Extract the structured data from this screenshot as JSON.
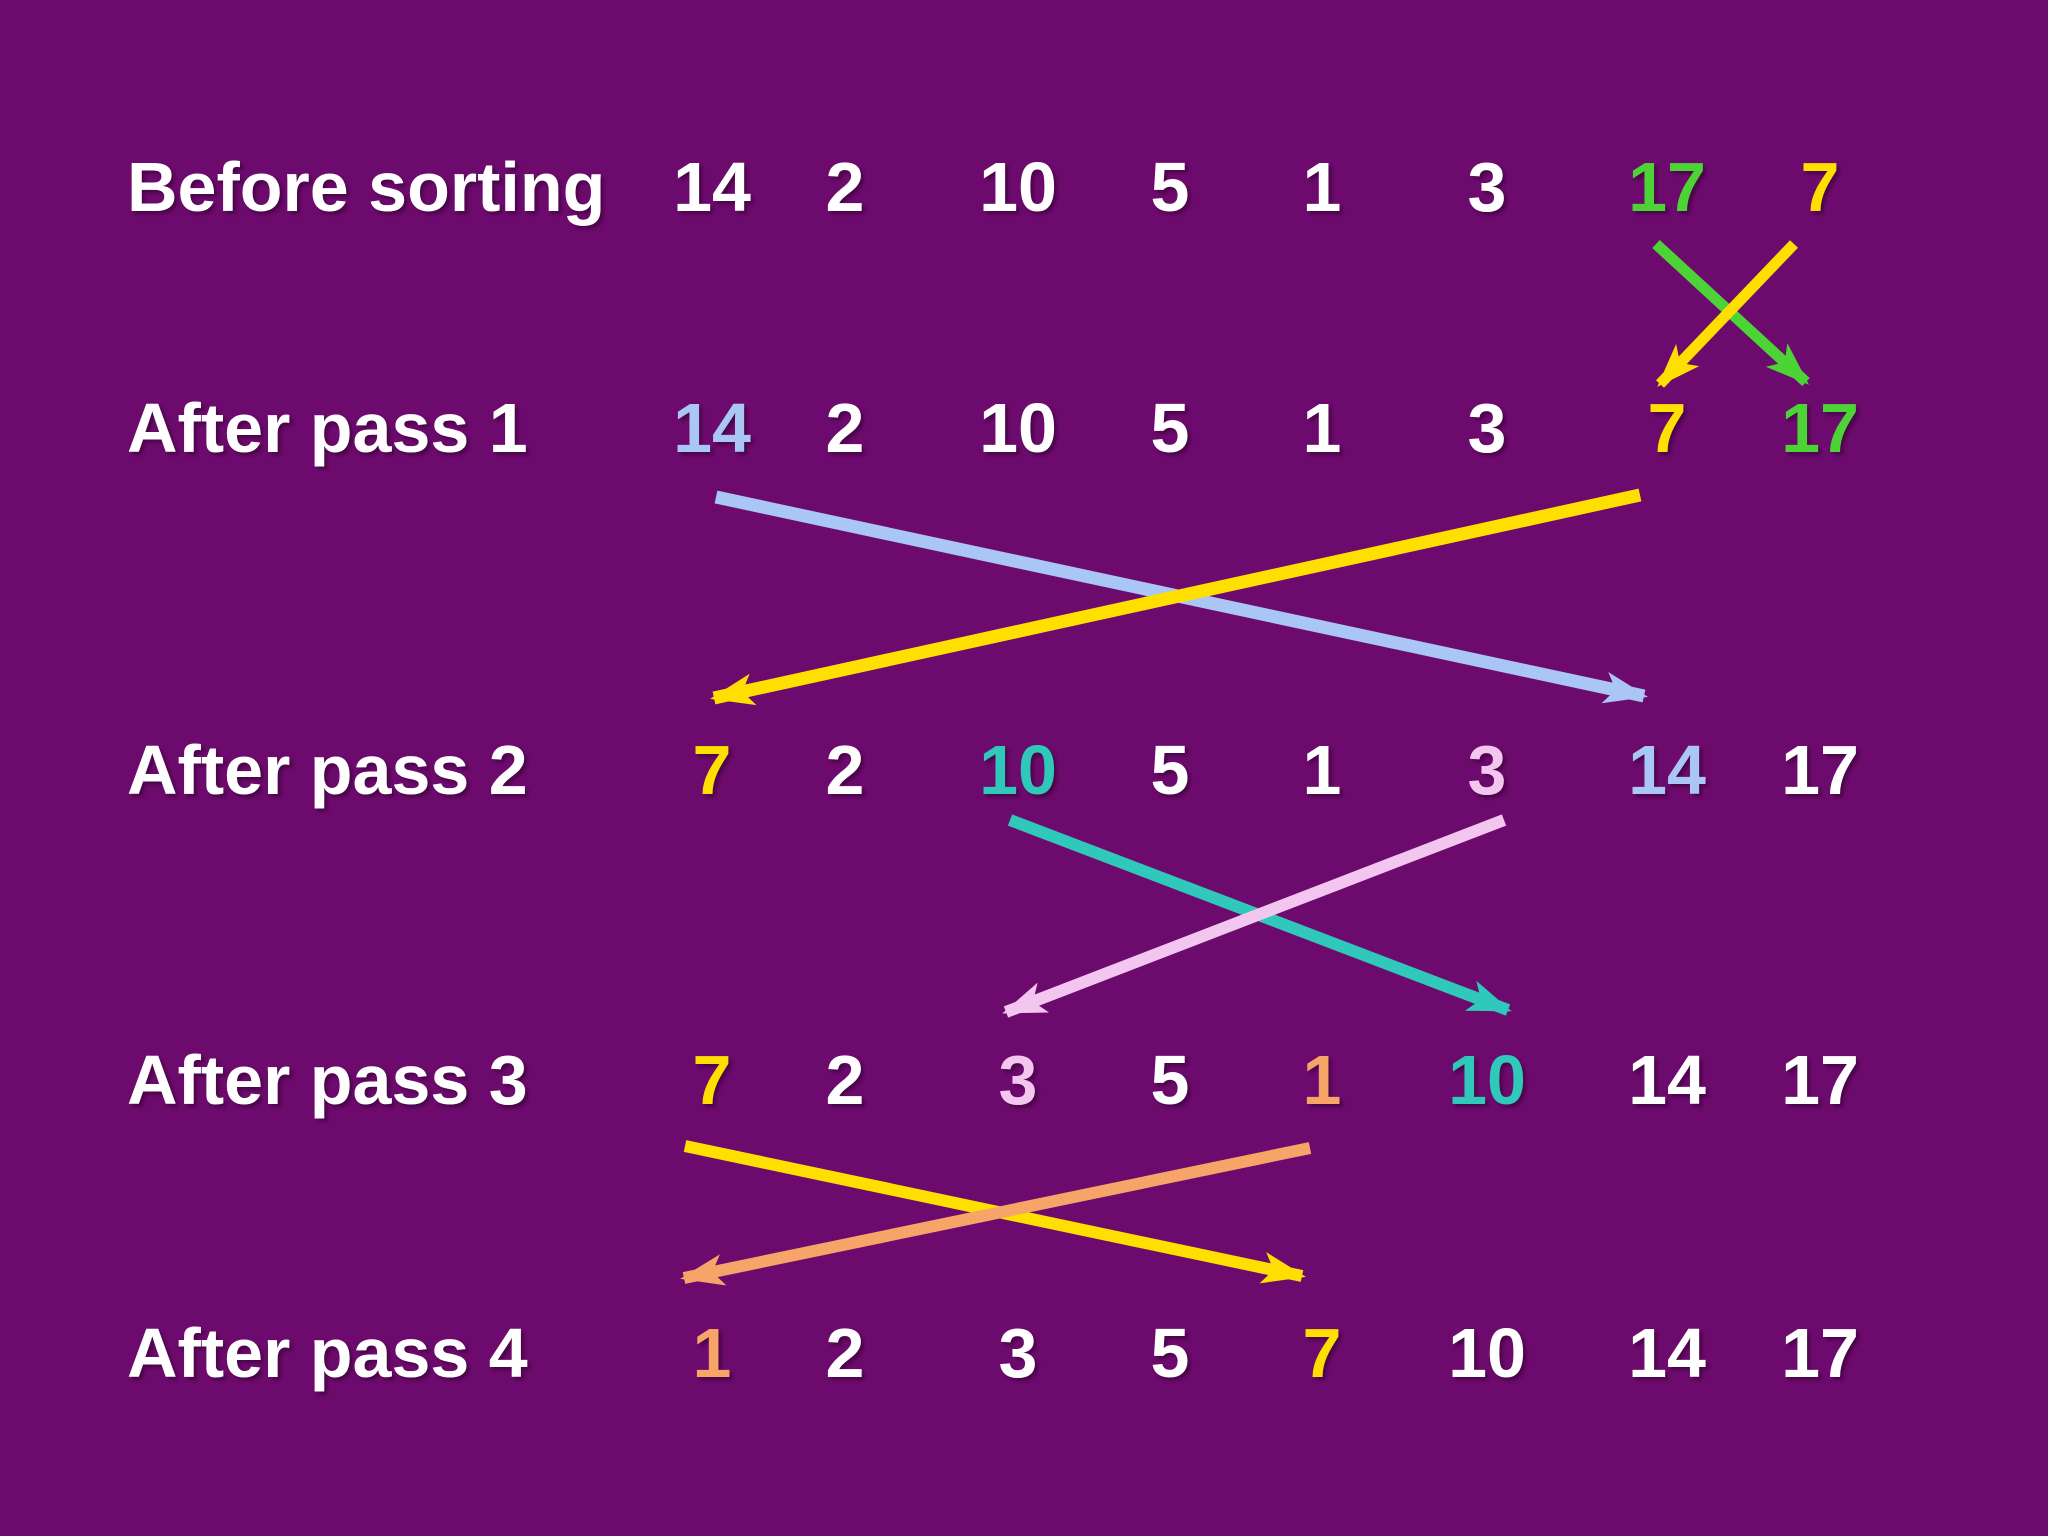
{
  "palette": {
    "background": "#6d0a6d",
    "white": "#ffffff",
    "green": "#4cd437",
    "yellow": "#ffdf00",
    "blue": "#a9c6f5",
    "teal": "#2fc8bb",
    "pink": "#f2c6ef",
    "orange": "#f7a469"
  },
  "rows": [
    {
      "label": "Before sorting",
      "values": [
        {
          "v": "14",
          "c": "#ffffff"
        },
        {
          "v": "2",
          "c": "#ffffff"
        },
        {
          "v": "10",
          "c": "#ffffff"
        },
        {
          "v": "5",
          "c": "#ffffff"
        },
        {
          "v": "1",
          "c": "#ffffff"
        },
        {
          "v": "3",
          "c": "#ffffff"
        },
        {
          "v": "17",
          "c": "#4cd437"
        },
        {
          "v": "7",
          "c": "#ffdf00"
        }
      ]
    },
    {
      "label": "After pass 1",
      "values": [
        {
          "v": "14",
          "c": "#a9c6f5"
        },
        {
          "v": "2",
          "c": "#ffffff"
        },
        {
          "v": "10",
          "c": "#ffffff"
        },
        {
          "v": "5",
          "c": "#ffffff"
        },
        {
          "v": "1",
          "c": "#ffffff"
        },
        {
          "v": "3",
          "c": "#ffffff"
        },
        {
          "v": "7",
          "c": "#ffdf00"
        },
        {
          "v": "17",
          "c": "#4cd437"
        }
      ]
    },
    {
      "label": "After pass 2",
      "values": [
        {
          "v": "7",
          "c": "#ffdf00"
        },
        {
          "v": "2",
          "c": "#ffffff"
        },
        {
          "v": "10",
          "c": "#2fc8bb"
        },
        {
          "v": "5",
          "c": "#ffffff"
        },
        {
          "v": "1",
          "c": "#ffffff"
        },
        {
          "v": "3",
          "c": "#f2c6ef"
        },
        {
          "v": "14",
          "c": "#a9c6f5"
        },
        {
          "v": "17",
          "c": "#ffffff"
        }
      ]
    },
    {
      "label": "After pass 3",
      "values": [
        {
          "v": "7",
          "c": "#ffdf00"
        },
        {
          "v": "2",
          "c": "#ffffff"
        },
        {
          "v": "3",
          "c": "#f2c6ef"
        },
        {
          "v": "5",
          "c": "#ffffff"
        },
        {
          "v": "1",
          "c": "#f7a469"
        },
        {
          "v": "10",
          "c": "#2fc8bb"
        },
        {
          "v": "14",
          "c": "#ffffff"
        },
        {
          "v": "17",
          "c": "#ffffff"
        }
      ]
    },
    {
      "label": "After pass 4",
      "values": [
        {
          "v": "1",
          "c": "#f7a469"
        },
        {
          "v": "2",
          "c": "#ffffff"
        },
        {
          "v": "3",
          "c": "#ffffff"
        },
        {
          "v": "5",
          "c": "#ffffff"
        },
        {
          "v": "7",
          "c": "#ffdf00"
        },
        {
          "v": "10",
          "c": "#ffffff"
        },
        {
          "v": "14",
          "c": "#ffffff"
        },
        {
          "v": "17",
          "c": "#ffffff"
        }
      ]
    }
  ],
  "arrows": [
    {
      "name": "pass1-17-moves-right",
      "c": "#4cd437"
    },
    {
      "name": "pass1-7-moves-left",
      "c": "#ffdf00"
    },
    {
      "name": "pass2-14-moves-to-pos7",
      "c": "#a9c6f5"
    },
    {
      "name": "pass2-7-moves-to-pos1",
      "c": "#ffdf00"
    },
    {
      "name": "pass3-10-moves-to-pos6",
      "c": "#2fc8bb"
    },
    {
      "name": "pass3-3-moves-to-pos3",
      "c": "#f2c6ef"
    },
    {
      "name": "pass4-7-moves-to-pos5",
      "c": "#ffdf00"
    },
    {
      "name": "pass4-1-moves-to-pos1",
      "c": "#f7a469"
    }
  ]
}
